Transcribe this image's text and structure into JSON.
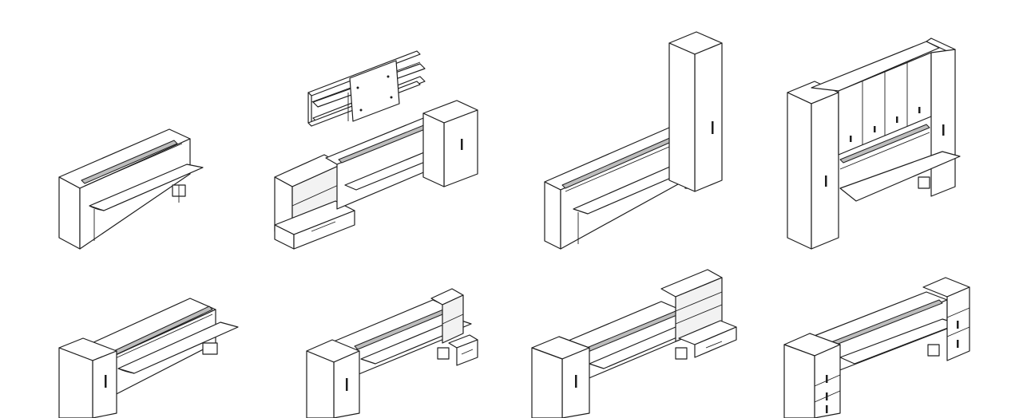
{
  "figure": {
    "labels": [],
    "background_color": "#ffffff",
    "line_color": "#1e1e1e"
  },
  "configurations": [
    {
      "id": "desk-bed-basic"
    },
    {
      "id": "desk-bed-with-bookcase-shelves-and-wardrobe"
    },
    {
      "id": "desk-bed-with-tall-wardrobe"
    },
    {
      "id": "desk-bed-with-bridge-wardrobe"
    },
    {
      "id": "desk-bed-with-side-cabinet"
    },
    {
      "id": "desk-bed-with-cabinet-and-drawer-unit"
    },
    {
      "id": "desk-bed-with-cabinet-and-shelving"
    },
    {
      "id": "desk-bed-with-cabinet-and-drawer-chest"
    }
  ]
}
